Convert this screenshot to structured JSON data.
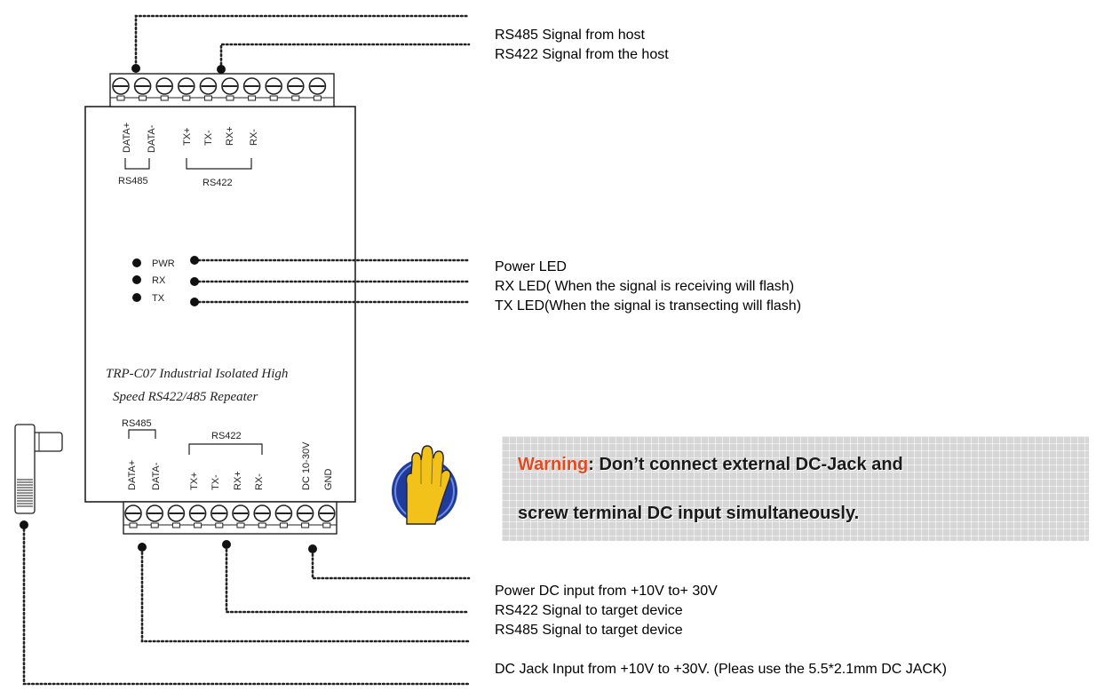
{
  "device": {
    "label_top_data_plus": "DATA+",
    "label_top_data_minus": "DATA-",
    "label_top_tx_plus": "TX+",
    "label_top_tx_minus": "TX-",
    "label_top_rx_plus": "RX+",
    "label_top_rx_minus": "RX-",
    "group_top_rs485": "RS485",
    "group_top_rs422": "RS422",
    "led_pwr": "PWR",
    "led_rx": "RX",
    "led_tx": "TX",
    "title_line1": "TRP-C07 Industrial Isolated High",
    "title_line2": "Speed RS422/485 Repeater",
    "group_bottom_rs485": "RS485",
    "group_bottom_rs422": "RS422",
    "label_bot_data_plus": "DATA+",
    "label_bot_data_minus": "DATA-",
    "label_bot_tx_plus": "TX+",
    "label_bot_tx_minus": "TX-",
    "label_bot_rx_plus": "RX+",
    "label_bot_rx_minus": "RX-",
    "label_bot_dc": "DC 10-30V",
    "label_bot_gnd": "GND"
  },
  "annotations": {
    "rs485_from_host": "RS485 Signal from host",
    "rs422_from_host": "RS422 Signal from the host",
    "power_led": "Power LED",
    "rx_led": "RX LED( When the signal is receiving will flash)",
    "tx_led": "TX LED(When the signal is transecting will flash)",
    "power_dc_input": "Power DC input from +10V to+ 30V",
    "rs422_to_target": "RS422 Signal to target device",
    "rs485_to_target": "RS485 Signal to target device",
    "dc_jack_input": "DC Jack Input from +10V to +30V. (Pleas use the 5.5*2.1mm DC JACK)"
  },
  "warning": {
    "word": "Warning",
    "line1_rest": ": Don’t connect external DC-Jack and",
    "line2": "screw terminal DC input    simultaneously."
  },
  "colors": {
    "warning_red": "#e8461c",
    "hand_blue": "#1f3c9c",
    "hand_yellow": "#f2c21a",
    "warning_box": "#d6d6d6"
  }
}
